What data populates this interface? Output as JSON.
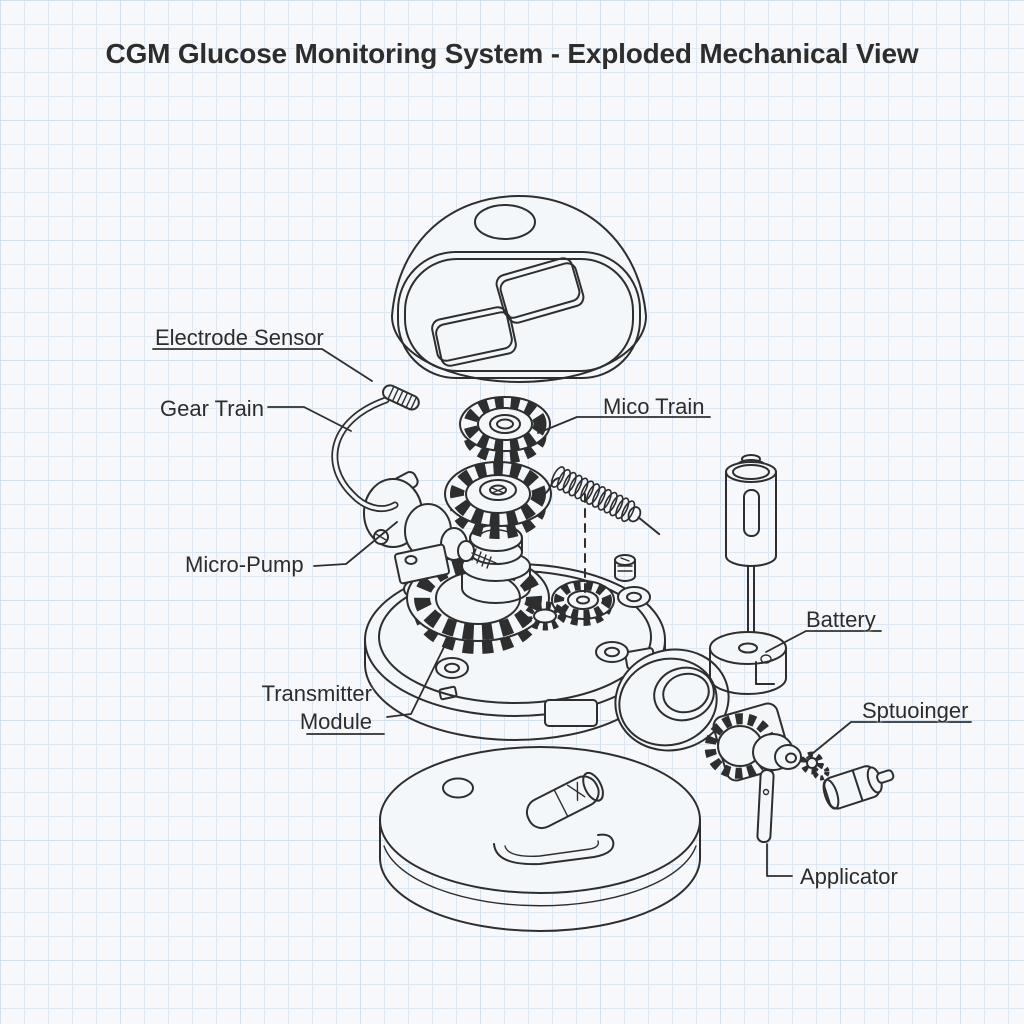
{
  "title": "CGM Glucose Monitoring System - Exploded Mechanical View",
  "labels": {
    "electrode_sensor": "Electrode Sensor",
    "gear_train": "Gear Train",
    "mico_train": "Mico Train",
    "micro_pump": "Micro-Pump",
    "battery": "Battery",
    "transmitter_line1": "Transmitter",
    "transmitter_line2": "Module",
    "sptuoinger": "Sptuoinger",
    "applicator": "Applicator"
  },
  "diagram": {
    "style": "exploded mechanical line drawing on graph paper",
    "parts_shown": [
      "dome cover with adhesive pads",
      "curved electrode sensor wire with ribbed tip",
      "two stacked gears (gear train)",
      "coil spring",
      "vertical dashed alignment line",
      "micro-pump cylinder with bracket and screw tip",
      "circular transmitter module base plate with gears and screw bosses",
      "threaded axle and grommet ring",
      "bottom disc with battery cell and curved slot",
      "battery cylinder with rod and notched puck",
      "plunger gear assembly with small motor",
      "applicator rod"
    ],
    "colors": {
      "background": "#f6f8fb",
      "grid_line": "#dde7f2",
      "ink_line": "#2e2e2e",
      "text": "#2c2c2c"
    }
  }
}
